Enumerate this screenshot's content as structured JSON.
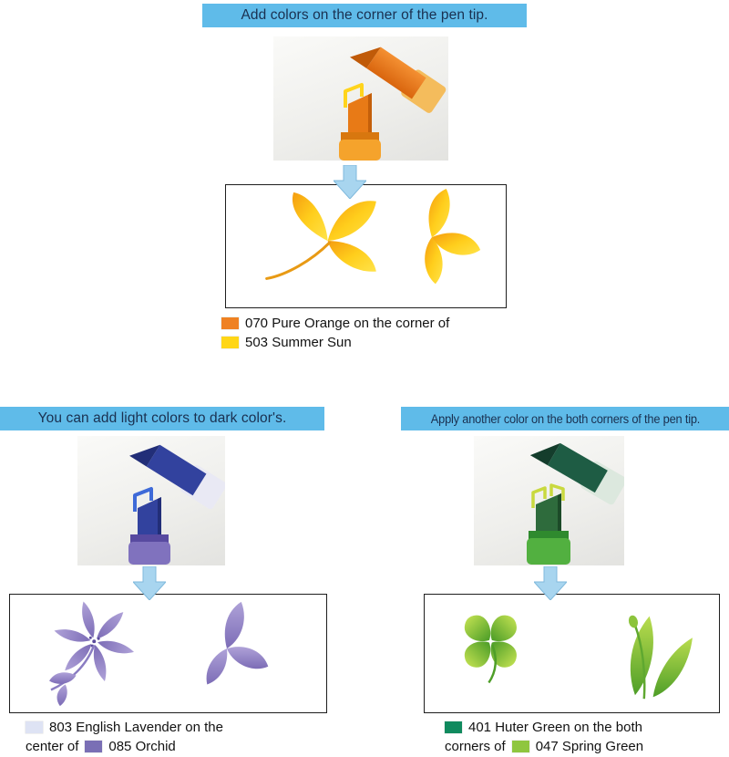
{
  "colors": {
    "banner_bg": "#5FBBE9",
    "banner_text": "#1A3050",
    "arrow_fill": "#A8D5EF",
    "arrow_edge": "#7FB9DC",
    "box_border": "#1E1E1E"
  },
  "sections": [
    {
      "banner": "Add colors on the corner of the pen tip.",
      "legend": [
        {
          "pre": "",
          "color": "#EF8122",
          "label": "070 Pure Orange on the corner of"
        },
        {
          "pre": "",
          "color": "#FFD616",
          "label": "503 Summer Sun"
        }
      ]
    },
    {
      "banner": "You can add light colors to dark color's.",
      "legend": [
        {
          "pre": "",
          "color": "#DEE3F4",
          "label": "803 English Lavender on the"
        },
        {
          "pre": "center of",
          "color": "#7A6FB5",
          "label": "085 Orchid"
        }
      ]
    },
    {
      "banner": "Apply another color on the both corners of the pen tip.",
      "legend": [
        {
          "pre": "",
          "color": "#108A5E",
          "label": "401 Huter Green on the both"
        },
        {
          "pre": "corners of",
          "color": "#8FC63F",
          "label": "047 Spring Green"
        }
      ]
    }
  ]
}
